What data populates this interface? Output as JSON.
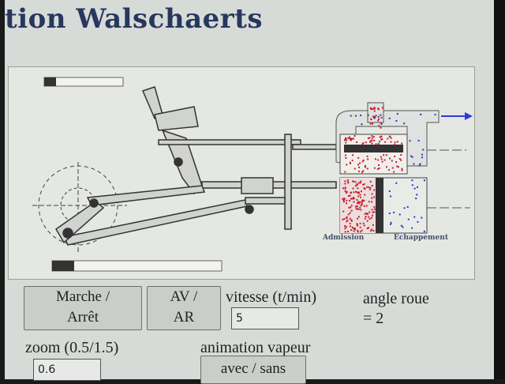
{
  "header": {
    "title": "tion Walschaerts"
  },
  "diagram": {
    "caption_admission": "Admission",
    "caption_echappement": "Echappement",
    "top_progress": 0.15,
    "bottom_progress": 0.13,
    "colors": {
      "steam": "#c8202a",
      "exhaust": "#2a38c8",
      "arrow": "#2a3cd8"
    }
  },
  "controls": {
    "marche_arret_line1": "Marche /",
    "marche_arret_line2": "Arrêt",
    "av_ar_line1": "AV /",
    "av_ar_line2": "AR",
    "vitesse_label": "vitesse (t/min)",
    "vitesse_value": "5",
    "angle_label": "angle roue",
    "angle_value": "= 2",
    "zoom_label": "zoom (0.5/1.5)",
    "zoom_value": "0.6",
    "animation_label": "animation vapeur",
    "avec_sans_label": "avec / sans"
  }
}
